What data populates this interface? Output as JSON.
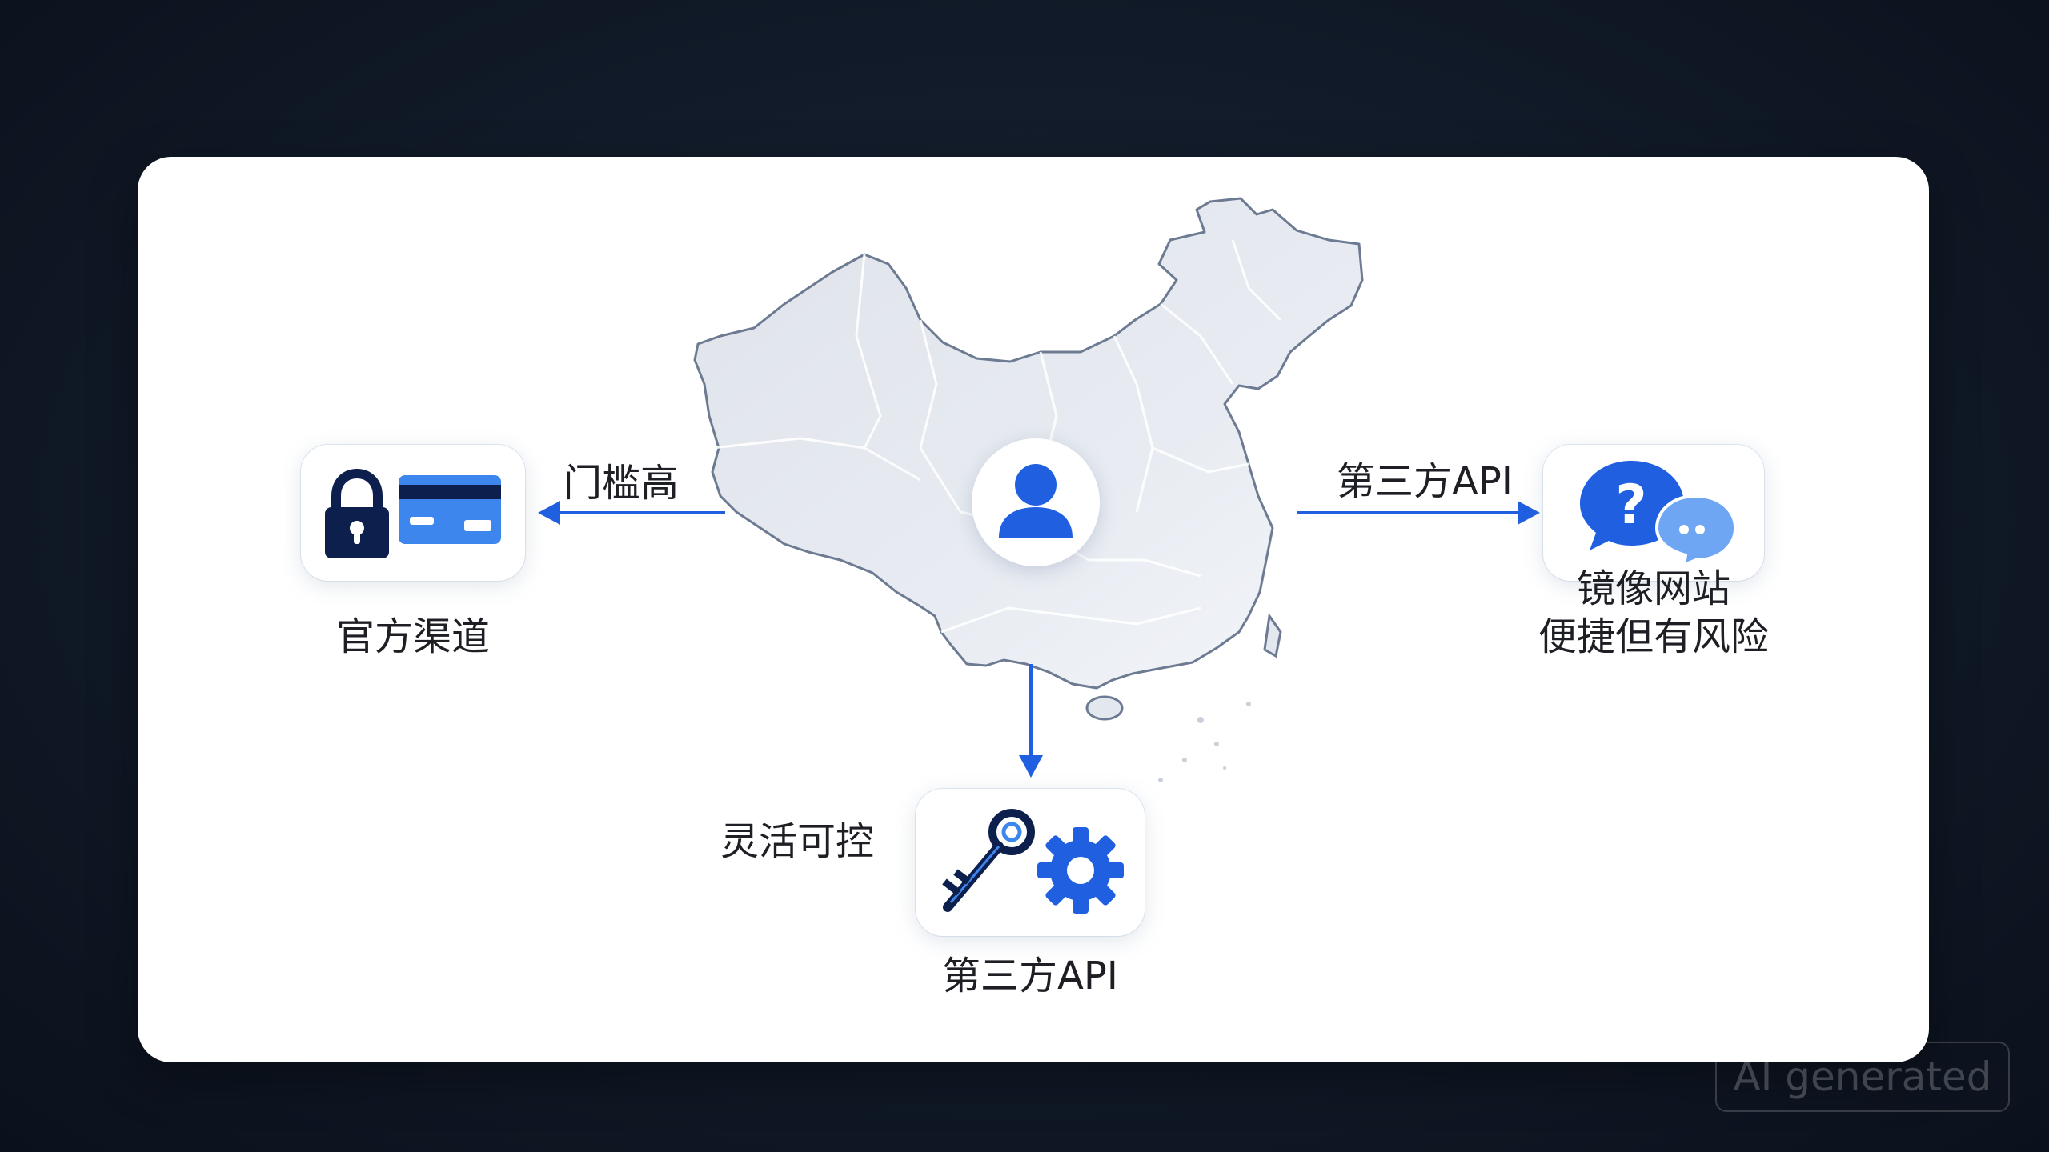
{
  "diagram": {
    "center_icon": "user-icon",
    "colors": {
      "accent": "#1f5fe0",
      "navy": "#0c1f4d",
      "light_blue": "#4a93f0",
      "map_fill": "#e3e7ee"
    },
    "left": {
      "edge_label": "门槛高",
      "node_label": "官方渠道",
      "icons": [
        "lock-icon",
        "credit-card-icon"
      ]
    },
    "right": {
      "edge_label": "第三方API",
      "node_label_line1": "镜像网站",
      "node_label_line2": "便捷但有风险",
      "icons": [
        "question-bubble-icon",
        "chat-bubble-icon"
      ]
    },
    "bottom": {
      "edge_label": "灵活可控",
      "node_label": "第三方API",
      "icons": [
        "key-icon",
        "gear-icon"
      ]
    }
  },
  "watermark": "AI generated"
}
